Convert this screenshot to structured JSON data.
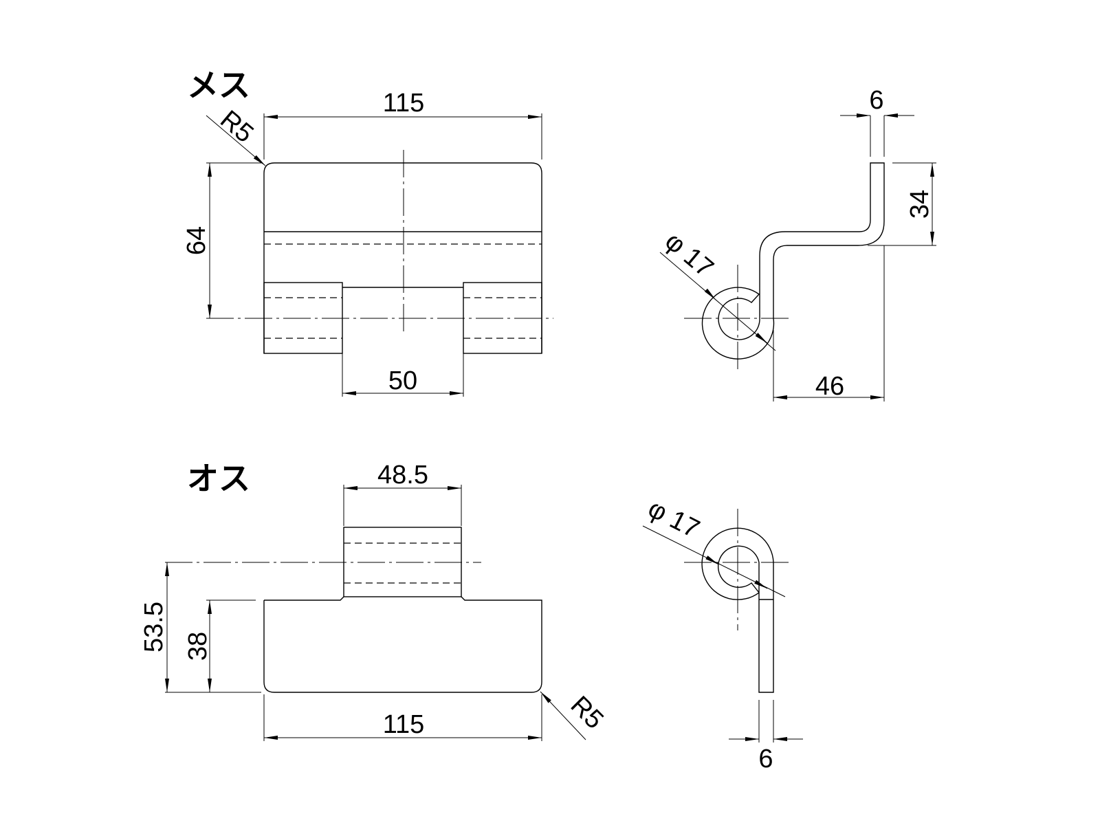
{
  "female": {
    "title": "メス",
    "width": "115",
    "radius": "R5",
    "height": "64",
    "gap": "50",
    "side_thickness": "6",
    "side_height": "34",
    "side_depth": "46",
    "side_diameter": "φ 17"
  },
  "male": {
    "title": "オス",
    "knuckle_width": "48.5",
    "total_height": "53.5",
    "plate_height": "38",
    "width": "115",
    "radius": "R5",
    "side_diameter": "φ 17",
    "side_thickness": "6"
  }
}
